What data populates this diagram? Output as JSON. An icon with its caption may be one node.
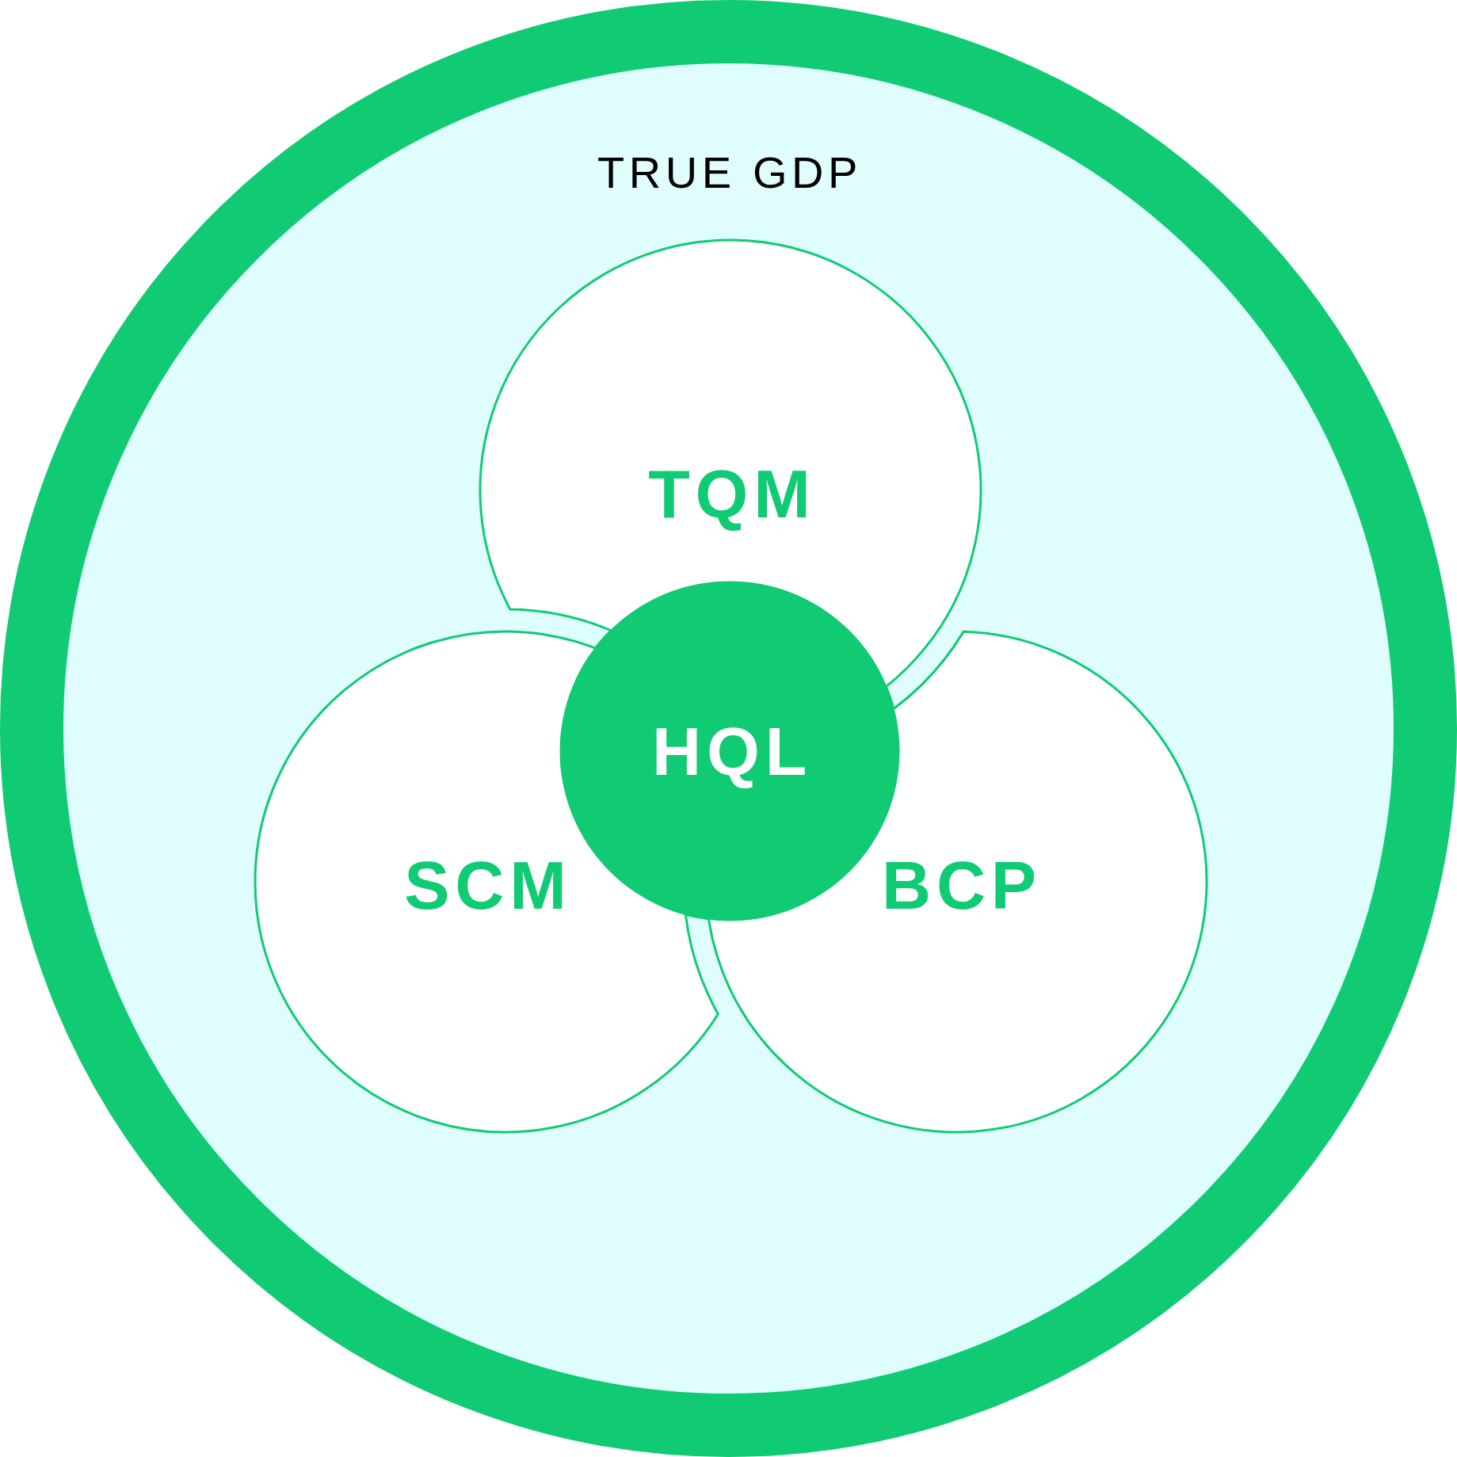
{
  "diagram": {
    "nodes": [
      {
        "text": [
          "TRUE GDP"
        ]
      },
      {
        "text": [
          "TQM"
        ],
        "in": 0
      },
      {
        "text": [
          "HQL"
        ],
        "in": 0
      },
      {
        "text": [
          "SCM"
        ],
        "in": 0
      },
      {
        "text": [
          "BCP"
        ],
        "in": 0
      }
    ]
  }
}
